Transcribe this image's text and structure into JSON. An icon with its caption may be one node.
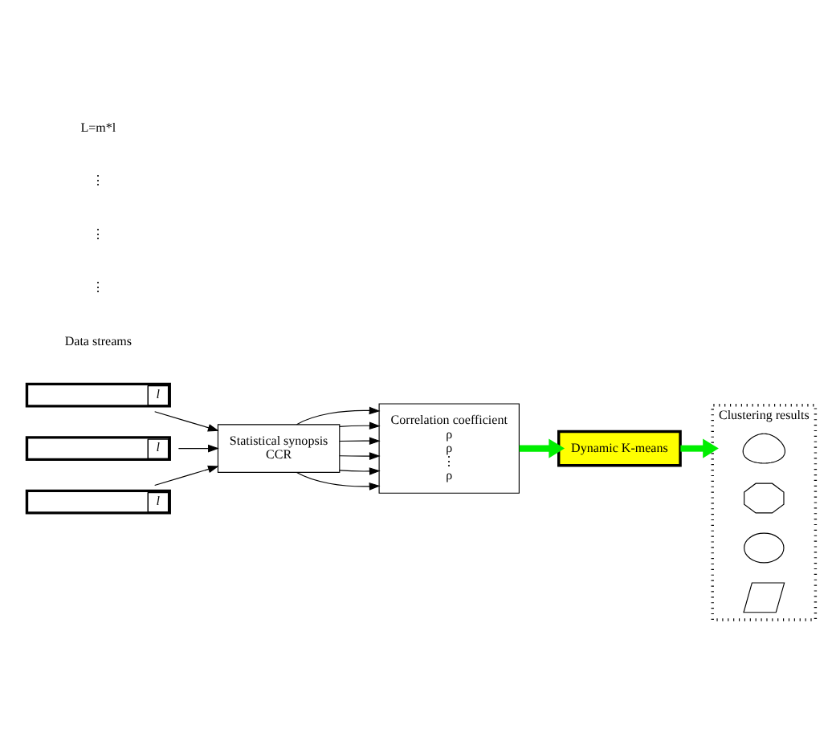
{
  "diagram": {
    "nodes": [
      {
        "text": [
          "l"
        ]
      },
      {
        "text": [
          "l"
        ]
      },
      {
        "text": [
          "l"
        ]
      },
      {
        "text": [
          "Statistical synopsis",
          "CCR"
        ]
      },
      {
        "text": [
          "Correlation coefficient",
          "ρ",
          "ρ",
          "⋮",
          "ρ"
        ]
      },
      {
        "text": [
          "Dynamic K-means"
        ]
      },
      {
        "text": [
          "Clustering results"
        ]
      },
      {
        "text": [],
        "shape": "cloud",
        "in": 6
      },
      {
        "text": [],
        "shape": "octagon",
        "in": 6
      },
      {
        "text": [],
        "shape": "ellipse",
        "in": 6
      },
      {
        "text": [],
        "shape": "parallelogram",
        "in": 6
      }
    ],
    "edges": [
      {
        "from": 0,
        "to": 3,
        "arrow": "to"
      },
      {
        "from": 1,
        "to": 3,
        "arrow": "to"
      },
      {
        "from": 2,
        "to": 3,
        "arrow": "to"
      },
      {
        "from": 3,
        "to": 4,
        "arrow": "to"
      },
      {
        "from": 3,
        "to": 4,
        "arrow": "to"
      },
      {
        "from": 3,
        "to": 4,
        "arrow": "to"
      },
      {
        "from": 3,
        "to": 4,
        "arrow": "to"
      },
      {
        "from": 3,
        "to": 4,
        "arrow": "to"
      },
      {
        "from": 3,
        "to": 4,
        "arrow": "to"
      },
      {
        "from": 4,
        "to": 5,
        "arrow": "to",
        "style": "thick",
        "color": "#00ee00"
      },
      {
        "from": 5,
        "to": 6,
        "arrow": "to",
        "style": "thick",
        "color": "#00ee00"
      }
    ],
    "labels": [
      "Data streams",
      "⋮",
      "⋮",
      "⋮",
      "L=m*l"
    ]
  }
}
